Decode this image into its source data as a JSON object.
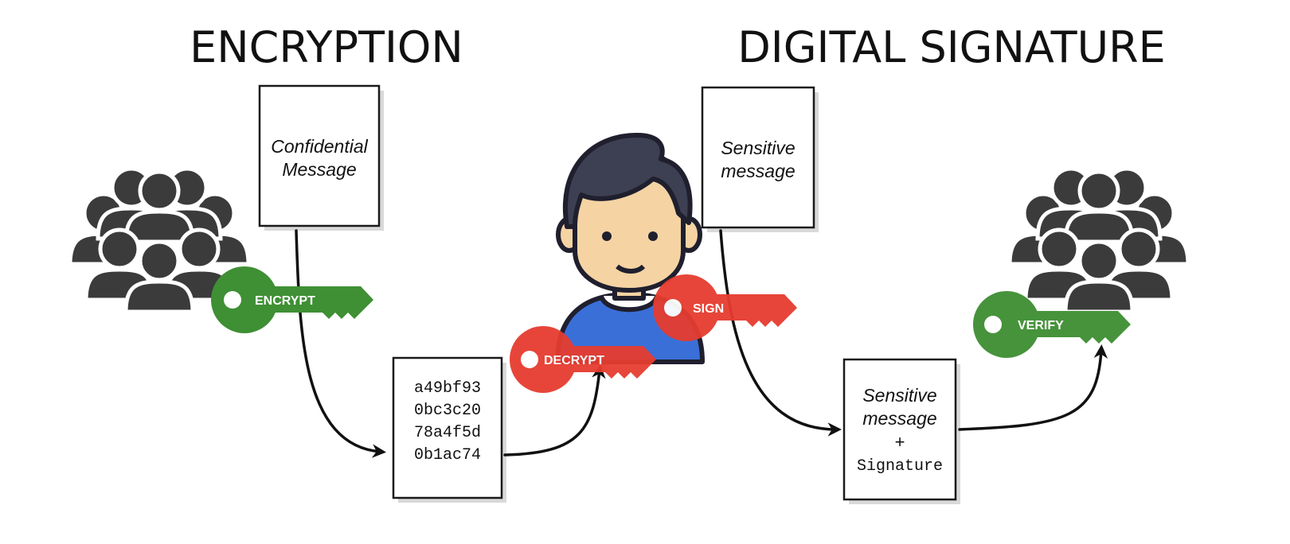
{
  "titles": {
    "encryption": "ENCRYPTION",
    "signature": "DIGITAL SIGNATURE"
  },
  "documents": {
    "confidential": {
      "line1": "Confidential",
      "line2": "Message"
    },
    "ciphertext": {
      "lines": [
        "a49bf93",
        "0bc3c20",
        "78a4f5d",
        "0b1ac74"
      ]
    },
    "sensitive": {
      "line1": "Sensitive",
      "line2": "message"
    },
    "signed": {
      "line1": "Sensitive",
      "line2": "message",
      "plus": "+",
      "line3": "Signature"
    }
  },
  "keys": {
    "encrypt": {
      "label": "ENCRYPT",
      "color": "#3f8f34"
    },
    "decrypt": {
      "label": "DECRYPT",
      "color": "#e63c2f"
    },
    "sign": {
      "label": "SIGN",
      "color": "#e63c2f"
    },
    "verify": {
      "label": "VERIFY",
      "color": "#3f8f34"
    }
  },
  "icons": {
    "left_group": "group-of-people-icon",
    "right_group": "group-of-people-icon",
    "person": "person-avatar-icon"
  },
  "colors": {
    "hair": "#3d3f52",
    "skin": "#f5d3a3",
    "shirt": "#3a6fd8",
    "group": "#3b3b3b"
  }
}
